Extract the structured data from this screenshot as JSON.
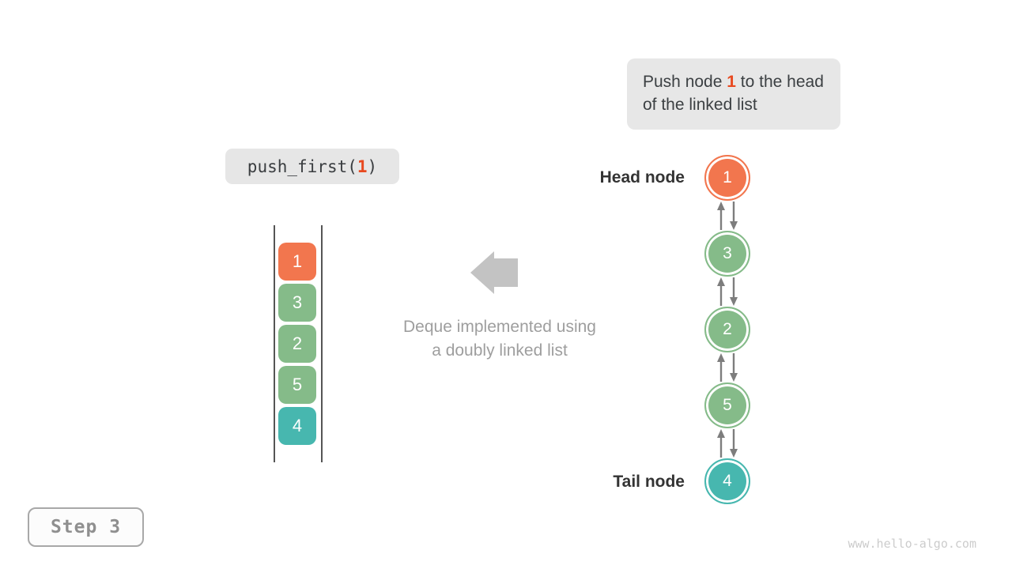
{
  "colors": {
    "orange": "#f2764e",
    "green": "#85bb89",
    "teal": "#47b7af",
    "accent_orange": "#e8491f",
    "gray_arrow": "#c3c3c3",
    "connector_gray": "#7d7d7d"
  },
  "callout": {
    "before": "Push node ",
    "value": "1",
    "after": " to the head of the linked list"
  },
  "code_box": {
    "prefix": "push_first(",
    "arg": "1",
    "suffix": ")"
  },
  "stack": {
    "items": [
      {
        "value": "1",
        "color": "orange"
      },
      {
        "value": "3",
        "color": "green"
      },
      {
        "value": "2",
        "color": "green"
      },
      {
        "value": "5",
        "color": "green"
      },
      {
        "value": "4",
        "color": "teal"
      }
    ]
  },
  "arrow_caption": {
    "line1": "Deque implemented using",
    "line2": "a doubly linked list"
  },
  "linked_list": {
    "head_label": "Head node",
    "tail_label": "Tail node",
    "nodes": [
      {
        "value": "1",
        "color": "orange"
      },
      {
        "value": "3",
        "color": "green"
      },
      {
        "value": "2",
        "color": "green"
      },
      {
        "value": "5",
        "color": "green"
      },
      {
        "value": "4",
        "color": "teal"
      }
    ]
  },
  "step_badge": {
    "label": "Step 3"
  },
  "watermark": {
    "text": "www.hello-algo.com"
  }
}
